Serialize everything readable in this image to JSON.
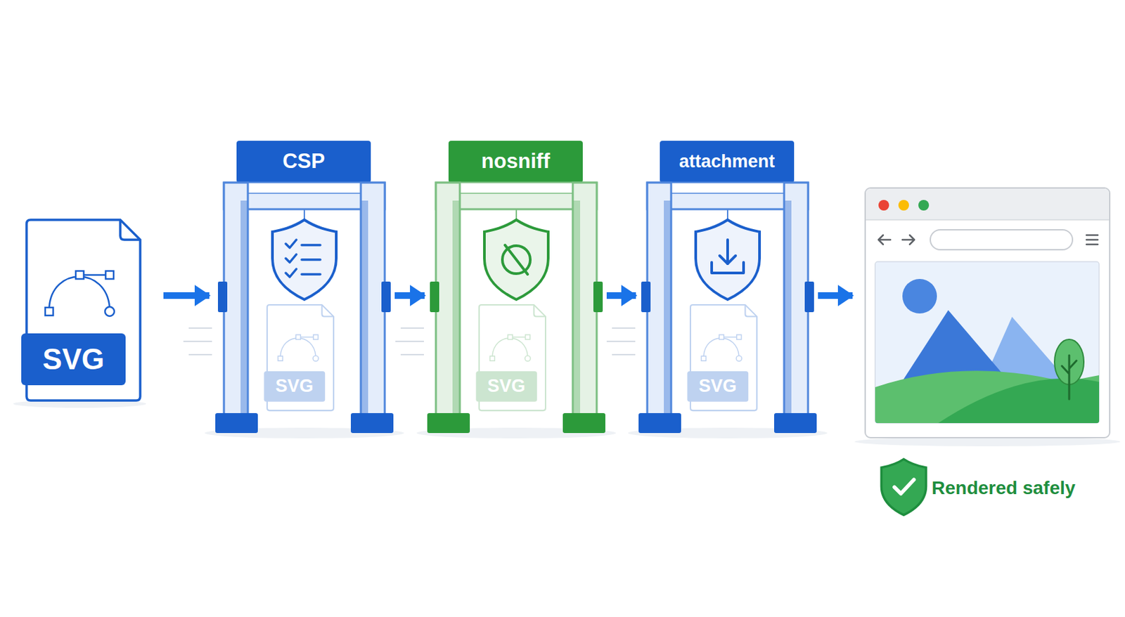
{
  "diagram": {
    "nodes": [
      {
        "text": [
          "SVG"
        ]
      },
      {
        "text": [
          "CSP"
        ]
      },
      {
        "text": [
          "SVG"
        ],
        "in": 1
      },
      {
        "text": [
          "nosniff"
        ]
      },
      {
        "text": [
          "SVG"
        ],
        "in": 3
      },
      {
        "text": [
          "attachment"
        ]
      },
      {
        "text": [
          "SVG"
        ],
        "in": 5
      },
      {
        "text": [
          "Rendered safely"
        ]
      }
    ],
    "edges": [
      {
        "from": 0,
        "to": 1,
        "arrow": "to"
      },
      {
        "from": 1,
        "to": 3,
        "arrow": "to"
      },
      {
        "from": 3,
        "to": 5,
        "arrow": "to"
      },
      {
        "from": 5,
        "to": 7,
        "arrow": "to"
      }
    ]
  }
}
